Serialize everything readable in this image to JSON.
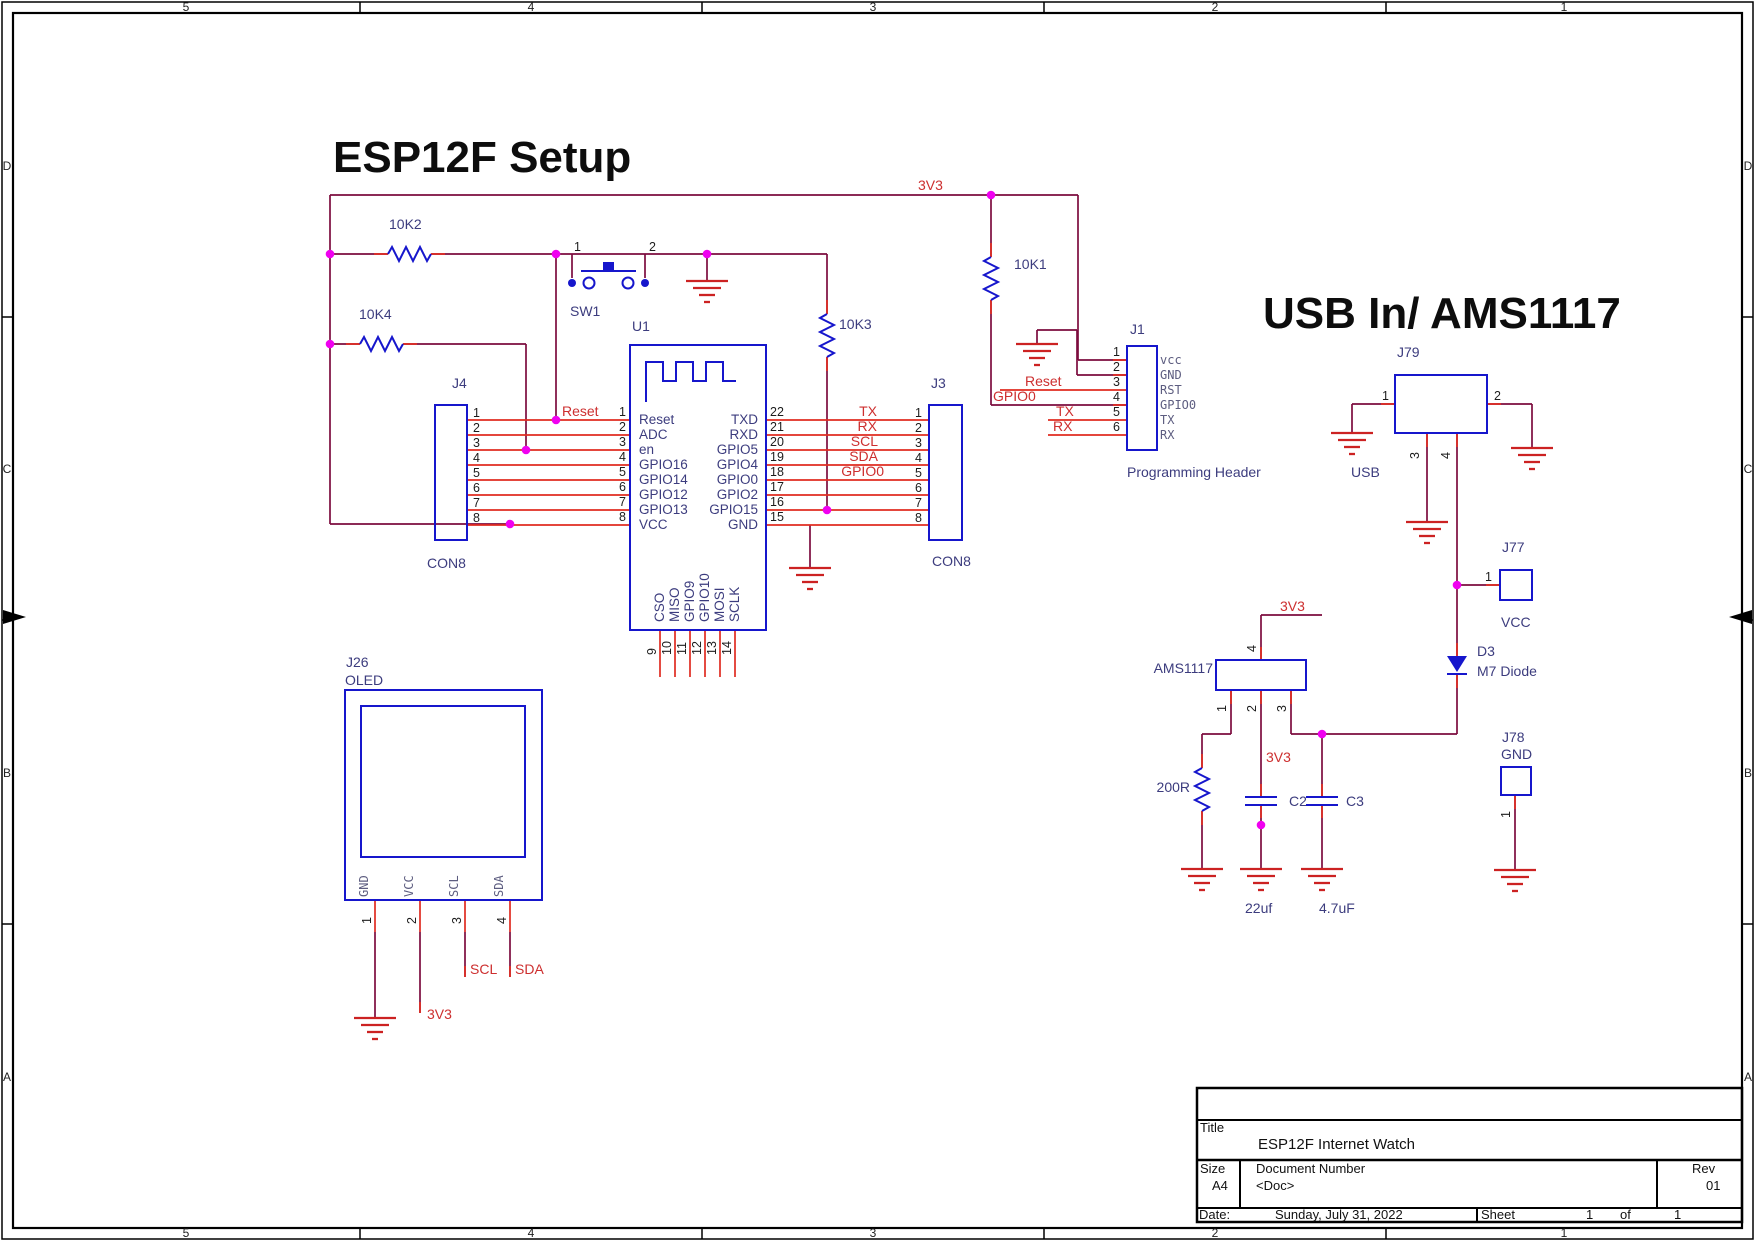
{
  "colors": {
    "wire": "#7c0c3e",
    "pin": "#e02b20",
    "component": "#1616cc",
    "junction": "#f000f0",
    "ground": "#cc2222",
    "net_text": "#cd2f2f",
    "ref_text": "#3c3c7e",
    "mono_text": "#5d5d80",
    "title_text": "#0d0d0d"
  },
  "titles": {
    "left_section": "ESP12F Setup",
    "right_section": "USB In/ AMS1117"
  },
  "border": {
    "top_zones": [
      "5",
      "4",
      "3",
      "2",
      "1"
    ],
    "bottom_zones": [
      "5",
      "4",
      "3",
      "2",
      "1"
    ],
    "left_zones": [
      "D",
      "C",
      "B",
      "A"
    ],
    "right_zones": [
      "D",
      "C",
      "B",
      "A"
    ]
  },
  "nets": {
    "v33": "3V3",
    "reset": "Reset",
    "tx": "TX",
    "rx": "RX",
    "scl": "SCL",
    "sda": "SDA",
    "gpio0": "GPIO0"
  },
  "resistors": {
    "r10k2": "10K2",
    "r10k4": "10K4",
    "r10k3": "10K3",
    "r10k1": "10K1",
    "r200": "200R"
  },
  "switch": {
    "ref": "SW1",
    "pin1": "1",
    "pin2": "2"
  },
  "u1": {
    "ref": "U1",
    "left_pins": [
      {
        "num": "1",
        "name": "Reset"
      },
      {
        "num": "2",
        "name": "ADC"
      },
      {
        "num": "3",
        "name": "en"
      },
      {
        "num": "4",
        "name": "GPIO16"
      },
      {
        "num": "5",
        "name": "GPIO14"
      },
      {
        "num": "6",
        "name": "GPIO12"
      },
      {
        "num": "7",
        "name": "GPIO13"
      },
      {
        "num": "8",
        "name": "VCC"
      }
    ],
    "right_pins": [
      {
        "num": "22",
        "name": "TXD"
      },
      {
        "num": "21",
        "name": "RXD"
      },
      {
        "num": "20",
        "name": "GPIO5"
      },
      {
        "num": "19",
        "name": "GPIO4"
      },
      {
        "num": "18",
        "name": "GPIO0"
      },
      {
        "num": "17",
        "name": "GPIO2"
      },
      {
        "num": "16",
        "name": "GPIO15"
      },
      {
        "num": "15",
        "name": "GND"
      }
    ],
    "bottom_pins": [
      {
        "num": "9",
        "name": "CSO"
      },
      {
        "num": "10",
        "name": "MISO"
      },
      {
        "num": "11",
        "name": "GPIO9"
      },
      {
        "num": "12",
        "name": "GPIO10"
      },
      {
        "num": "13",
        "name": "MOSI"
      },
      {
        "num": "14",
        "name": "SCLK"
      }
    ]
  },
  "j4": {
    "ref": "J4",
    "type": "CON8",
    "pins": [
      "1",
      "2",
      "3",
      "4",
      "5",
      "6",
      "7",
      "8"
    ]
  },
  "j3": {
    "ref": "J3",
    "type": "CON8",
    "pins": [
      "1",
      "2",
      "3",
      "4",
      "5",
      "6",
      "7",
      "8"
    ]
  },
  "j1": {
    "ref": "J1",
    "desc": "Programming Header",
    "pins": [
      {
        "num": "1",
        "name": "vcc"
      },
      {
        "num": "2",
        "name": "GND"
      },
      {
        "num": "3",
        "name": "RST"
      },
      {
        "num": "4",
        "name": "GPIO0"
      },
      {
        "num": "5",
        "name": "TX"
      },
      {
        "num": "6",
        "name": "RX"
      }
    ]
  },
  "j79": {
    "ref": "J79",
    "label": "USB",
    "pins": [
      "1",
      "2",
      "3",
      "4"
    ]
  },
  "j77": {
    "ref": "J77",
    "label": "VCC",
    "pin": "1"
  },
  "j78": {
    "ref": "J78",
    "label": "GND",
    "pin": "1"
  },
  "regulator": {
    "ref": "AMS1117",
    "pins": [
      "1",
      "2",
      "3",
      "4"
    ]
  },
  "capacitors": {
    "c2": {
      "ref": "C2",
      "value": "22uf"
    },
    "c3": {
      "ref": "C3",
      "value": "4.7uF"
    }
  },
  "diode": {
    "ref": "D3",
    "desc": "M7 Diode"
  },
  "oled": {
    "ref": "J26",
    "label": "OLED",
    "pins": [
      {
        "num": "1",
        "name": "GND"
      },
      {
        "num": "2",
        "name": "VCC"
      },
      {
        "num": "3",
        "name": "SCL"
      },
      {
        "num": "4",
        "name": "SDA"
      }
    ]
  },
  "title_block": {
    "title_label": "Title",
    "title": "ESP12F Internet Watch",
    "size_label": "Size",
    "size": "A4",
    "doc_label": "Document Number",
    "doc": "<Doc>",
    "rev_label": "Rev",
    "rev": "01",
    "date_label": "Date:",
    "date": "Sunday, July 31, 2022",
    "sheet_label": "Sheet",
    "sheet_num": "1",
    "of_label": "of",
    "total": "1"
  }
}
